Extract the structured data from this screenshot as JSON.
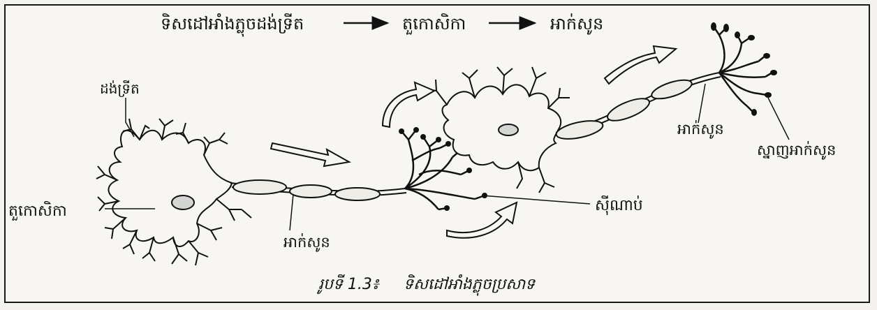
{
  "flow": {
    "step1": "ទិសដៅអាំងភ្លុចដង់ទ្រីត",
    "step2": "តួកោសិកា",
    "step3": "អាក់សូន"
  },
  "labels": {
    "dendrite": "ដង់ទ្រីត",
    "cell_body": "តួកោសិកា",
    "axon_left": "អាក់សូន",
    "synapse": "ស៊ីណាប់",
    "axon_right": "អាក់សូន",
    "axon_terminal": "ស្នាញអាក់សូន"
  },
  "caption": {
    "prefix": "រូបទី 1.3៖",
    "text": "ទិសដៅអាំងភ្លុចប្រសាទ"
  },
  "colors": {
    "ink": "#111111",
    "membrane": "#f2f1ec",
    "nucleus": "#cfd3cf"
  }
}
